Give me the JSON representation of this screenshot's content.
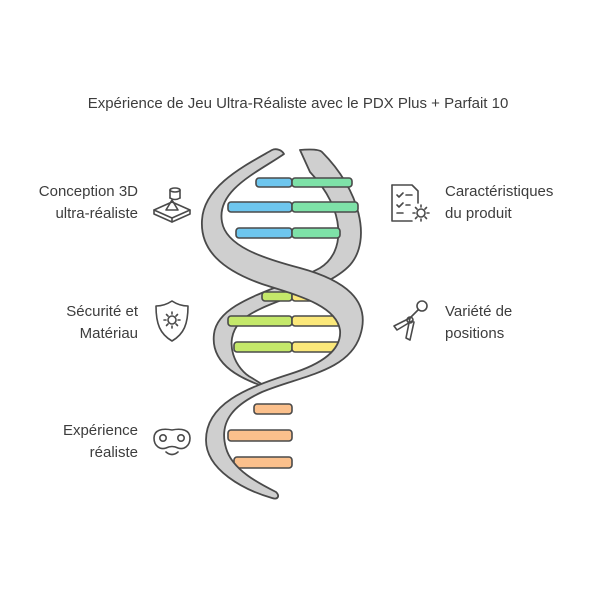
{
  "title": "Expérience de Jeu Ultra-Réaliste avec le PDX Plus + Parfait 10",
  "items": [
    {
      "lines": [
        "Conception 3D",
        "ultra-réaliste"
      ],
      "icon": "3d-design-icon"
    },
    {
      "lines": [
        "Caractéristiques",
        "du produit"
      ],
      "icon": "checklist-gear-icon"
    },
    {
      "lines": [
        "Sécurité et",
        "Matériau"
      ],
      "icon": "shield-gear-icon"
    },
    {
      "lines": [
        "Variété de",
        "positions"
      ],
      "icon": "compass-icon"
    },
    {
      "lines": [
        "Expérience",
        "réaliste"
      ],
      "icon": "mask-icon"
    }
  ],
  "colors": {
    "blue": "#6ec6ee",
    "green": "#7ee2a8",
    "lime": "#c4e86a",
    "yellow": "#fbe87a",
    "orange": "#fbc08c",
    "strand": "#c8c8c8",
    "stroke": "#4a4a4a"
  }
}
